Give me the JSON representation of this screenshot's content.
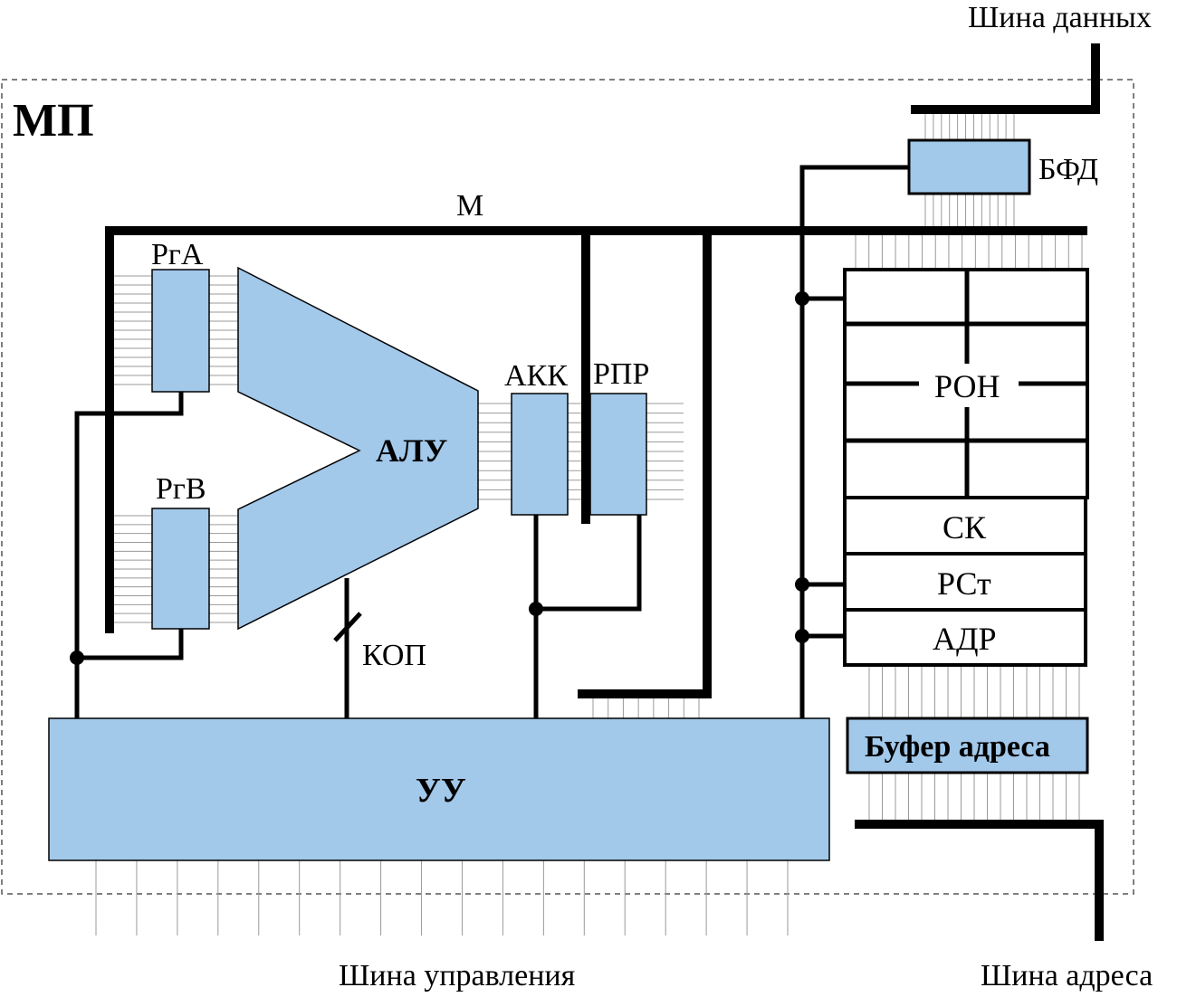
{
  "diagram": {
    "processor_label": "МП",
    "data_bus_label": "Шина данных",
    "address_bus_label": "Шина адреса",
    "control_bus_label": "Шина управления",
    "internal_bus_label": "М",
    "blocks": {
      "rga": "РгА",
      "rgb": "РгВ",
      "alu": "АЛУ",
      "akk": "АКК",
      "rpr": "РПР",
      "bfd": "БФД",
      "ron": "РОН",
      "sk": "СК",
      "rst": "РСт",
      "adr": "АДР",
      "address_buffer": "Буфер адреса",
      "control_unit": "УУ",
      "opcode": "КОП"
    },
    "colors": {
      "block_fill": "#a2c8ea",
      "line": "#000000",
      "thin_line": "#9a9a9a"
    }
  }
}
